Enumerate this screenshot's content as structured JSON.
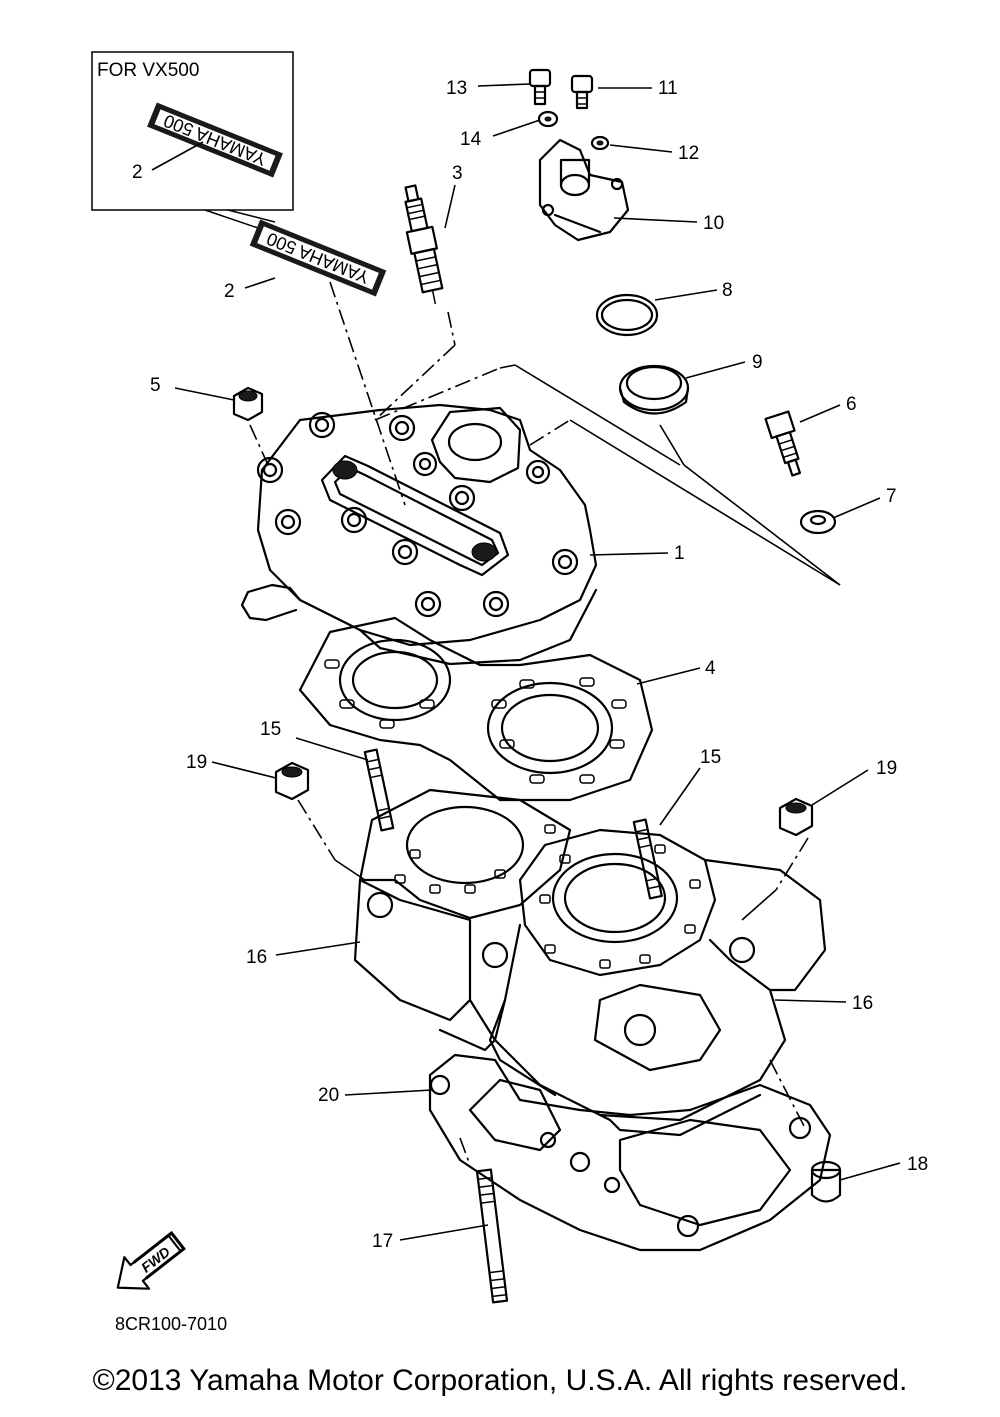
{
  "inset": {
    "title": "FOR VX500"
  },
  "labels": [
    {
      "id": "lbl-13",
      "text": "13"
    },
    {
      "id": "lbl-11",
      "text": "11"
    },
    {
      "id": "lbl-14",
      "text": "14"
    },
    {
      "id": "lbl-12",
      "text": "12"
    },
    {
      "id": "lbl-3",
      "text": "3"
    },
    {
      "id": "lbl-10",
      "text": "10"
    },
    {
      "id": "lbl-2a",
      "text": "2"
    },
    {
      "id": "lbl-2b",
      "text": "2"
    },
    {
      "id": "lbl-8",
      "text": "8"
    },
    {
      "id": "lbl-9",
      "text": "9"
    },
    {
      "id": "lbl-5",
      "text": "5"
    },
    {
      "id": "lbl-6",
      "text": "6"
    },
    {
      "id": "lbl-7",
      "text": "7"
    },
    {
      "id": "lbl-1",
      "text": "1"
    },
    {
      "id": "lbl-4",
      "text": "4"
    },
    {
      "id": "lbl-15a",
      "text": "15"
    },
    {
      "id": "lbl-15b",
      "text": "15"
    },
    {
      "id": "lbl-19a",
      "text": "19"
    },
    {
      "id": "lbl-19b",
      "text": "19"
    },
    {
      "id": "lbl-16a",
      "text": "16"
    },
    {
      "id": "lbl-16b",
      "text": "16"
    },
    {
      "id": "lbl-20",
      "text": "20"
    },
    {
      "id": "lbl-18",
      "text": "18"
    },
    {
      "id": "lbl-17",
      "text": "17"
    }
  ],
  "fwd_arrow": {
    "text": "FWD"
  },
  "decal_text": "YAMAHA 500",
  "diagram_code": "8CR100-7010",
  "copyright": "©2013 Yamaha Motor Corporation, U.S.A. All rights reserved."
}
